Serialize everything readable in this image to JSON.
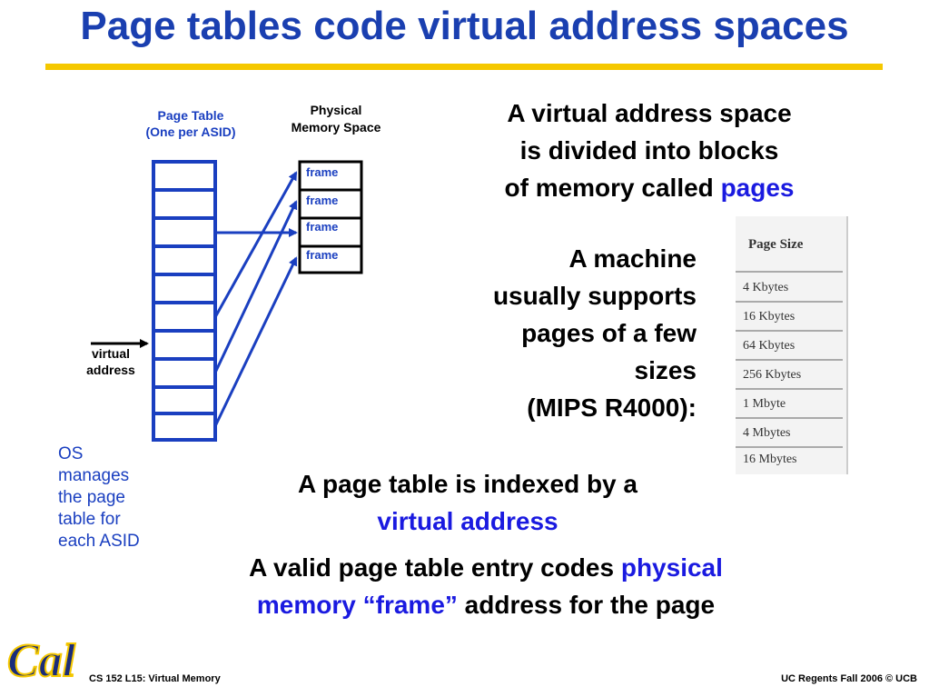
{
  "title": "Page tables code virtual address spaces",
  "diagram": {
    "page_table_label": [
      "Page Table",
      "(One per ASID)"
    ],
    "physical_memory_label": [
      "Physical",
      "Memory Space"
    ],
    "frames": [
      "frame",
      "frame",
      "frame",
      "frame"
    ],
    "virtual_address_label": [
      "virtual",
      "address"
    ],
    "os_note": [
      "OS",
      "manages",
      "the page",
      "table for",
      "each ASID"
    ]
  },
  "text_a": {
    "lines": [
      "A virtual address space",
      "is divided into blocks"
    ],
    "last_prefix": "of memory called ",
    "last_highlight": "pages"
  },
  "text_b": {
    "lines": [
      "A machine",
      "usually supports",
      "pages of a few",
      "sizes",
      "(MIPS R4000):"
    ]
  },
  "page_size_table": {
    "header": "Page Size",
    "rows": [
      "4 Kbytes",
      "16 Kbytes",
      "64 Kbytes",
      "256 Kbytes",
      "1 Mbyte",
      "4 Mbytes",
      "16 Mbytes"
    ]
  },
  "text_c": {
    "line1": "A page table is indexed by a",
    "line2_highlight": "virtual address"
  },
  "text_d": {
    "prefix": "A valid page table entry codes ",
    "highlight1": "physical",
    "highlight2": "memory “frame”",
    "suffix": " address for the page"
  },
  "footer": {
    "left": "CS 152 L15: Virtual Memory",
    "right": "UC Regents Fall 2006 © UCB"
  },
  "logo_text": "Cal",
  "colors": {
    "title": "#1a3fb0",
    "rule": "#f5c800",
    "diagram_blue": "#1a3fc0",
    "highlight": "#1a1ae0"
  }
}
